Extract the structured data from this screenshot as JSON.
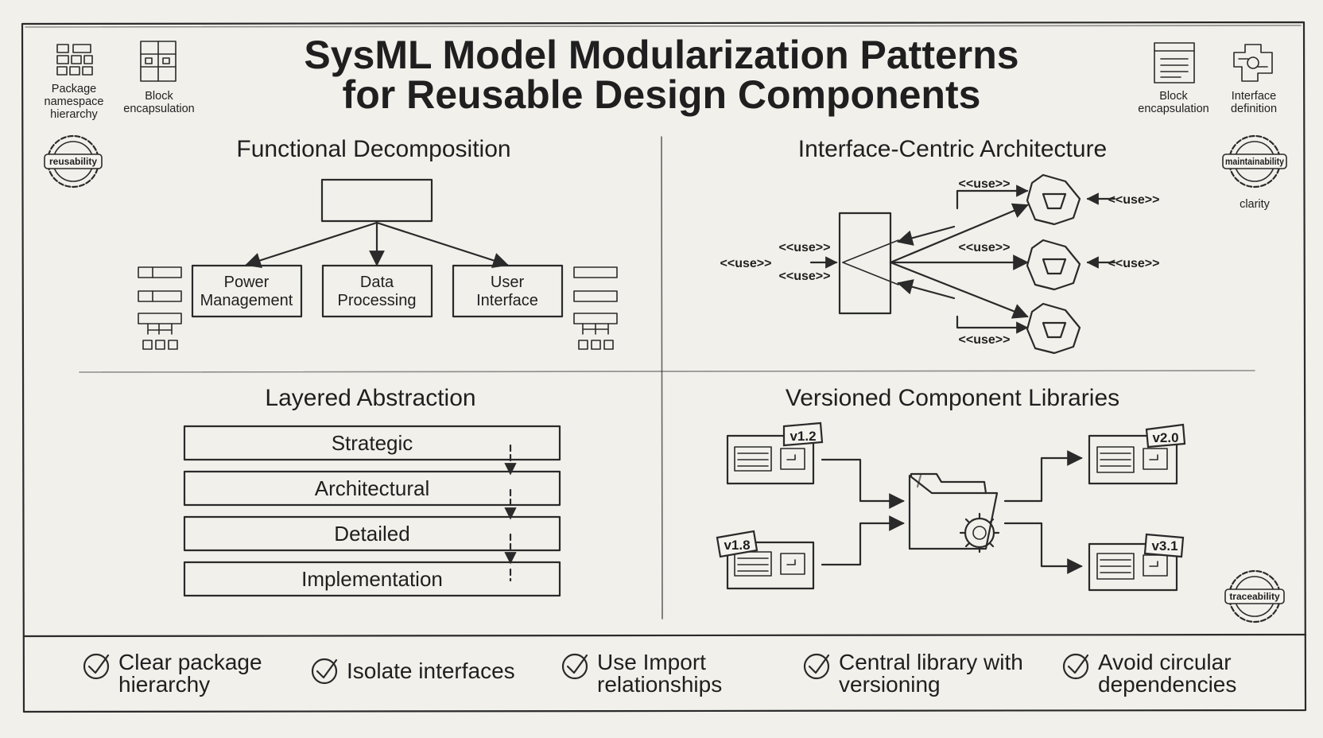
{
  "title": {
    "line1": "SysML Model Modularization Patterns",
    "line2": "for Reusable Design Components"
  },
  "corner_icons": {
    "left": [
      {
        "icon": "package-hierarchy-icon",
        "label": [
          "Package",
          "namespace",
          "hierarchy"
        ]
      },
      {
        "icon": "block-encapsulation-icon",
        "label": [
          "Block",
          "encapsulation"
        ]
      }
    ],
    "right": [
      {
        "icon": "block-document-icon",
        "label": [
          "Block",
          "encapsulation"
        ]
      },
      {
        "icon": "interface-definition-icon",
        "label": [
          "Interface",
          "definition"
        ]
      }
    ]
  },
  "badges": {
    "reusability": "reusability",
    "maintainability": "maintainability",
    "clarity": "clarity",
    "traceability": "traceability"
  },
  "sections": {
    "functional": {
      "title": "Functional Decomposition",
      "root": "",
      "children": [
        [
          "Power",
          "Management"
        ],
        [
          "Data",
          "Processing"
        ],
        [
          "User",
          "Interface"
        ]
      ]
    },
    "interface": {
      "title": "Interface-Centric Architecture",
      "use_label": "<<use>>"
    },
    "layered": {
      "title": "Layered Abstraction",
      "layers": [
        "Strategic",
        "Architectural",
        "Detailed",
        "Implementation"
      ]
    },
    "versioned": {
      "title": "Versioned Component Libraries",
      "inputs": [
        "v1.2",
        "v1.8"
      ],
      "outputs": [
        "v2.0",
        "v3.1"
      ]
    }
  },
  "checklist": [
    [
      "Clear package",
      "hierarchy"
    ],
    [
      "Isolate interfaces"
    ],
    [
      "Use Import",
      "relationships"
    ],
    [
      "Central library with",
      "versioning"
    ],
    [
      "Avoid circular",
      "dependencies"
    ]
  ],
  "colors": {
    "background": "#f1f0eb",
    "ink": "#1f1f1f"
  }
}
